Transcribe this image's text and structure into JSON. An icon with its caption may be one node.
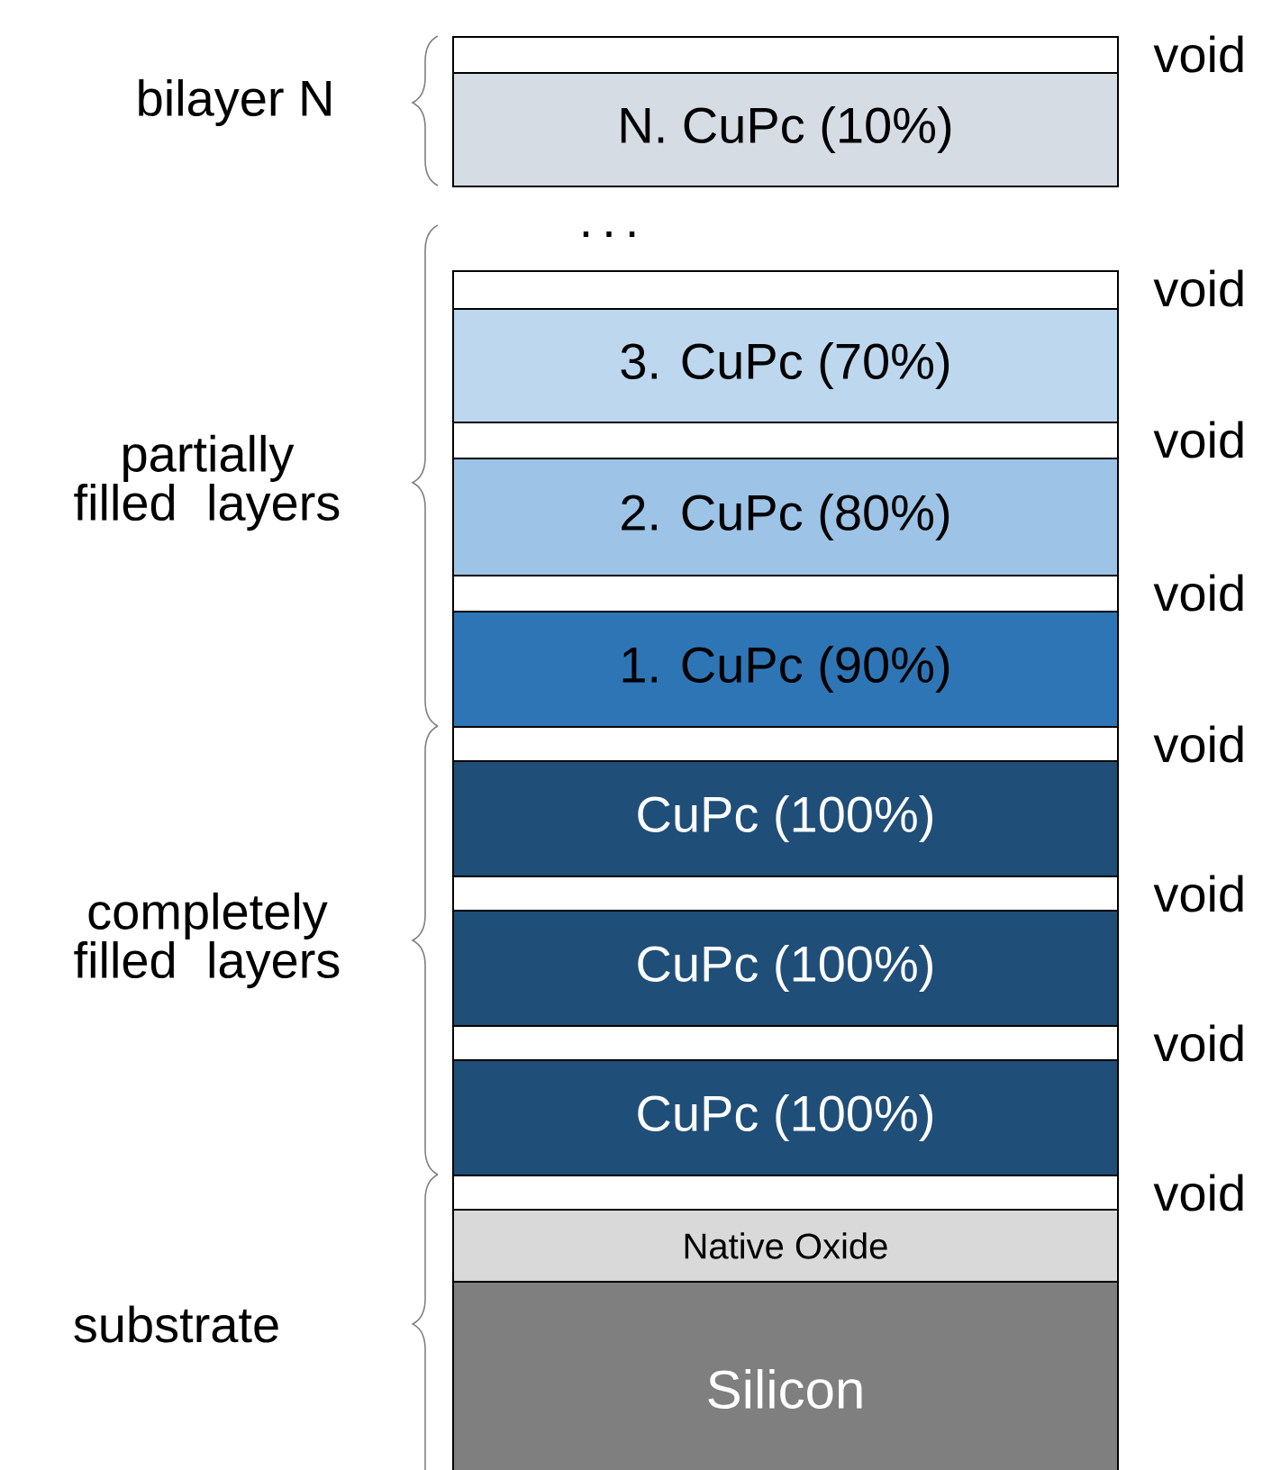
{
  "diagram": {
    "nodes": [
      {
        "text": [],
        "shape": "box",
        "beside": [
          "void"
        ]
      },
      {
        "text": [
          "N. CuPc (10%)"
        ]
      },
      {
        "text": [],
        "shape": "box",
        "beside": [
          "void"
        ]
      },
      {
        "text": [
          "3. CuPc (70%)"
        ]
      },
      {
        "text": [],
        "shape": "box",
        "beside": [
          "void"
        ]
      },
      {
        "text": [
          "2. CuPc (80%)"
        ]
      },
      {
        "text": [],
        "shape": "box",
        "beside": [
          "void"
        ]
      },
      {
        "text": [
          "1. CuPc (90%)"
        ]
      },
      {
        "text": [],
        "shape": "box",
        "beside": [
          "void"
        ]
      },
      {
        "text": [
          "CuPc (100%)"
        ]
      },
      {
        "text": [],
        "shape": "box",
        "beside": [
          "void"
        ]
      },
      {
        "text": [
          "CuPc (100%)"
        ]
      },
      {
        "text": [],
        "shape": "box",
        "beside": [
          "void"
        ]
      },
      {
        "text": [
          "CuPc (100%)"
        ]
      },
      {
        "text": [],
        "shape": "box",
        "beside": [
          "void"
        ]
      },
      {
        "text": [
          "Native Oxide"
        ]
      },
      {
        "text": [
          "Silicon"
        ]
      }
    ],
    "labels": [
      "bilayer N",
      ". . .",
      "partially filled layers",
      "completely filled layers",
      "substrate"
    ]
  }
}
